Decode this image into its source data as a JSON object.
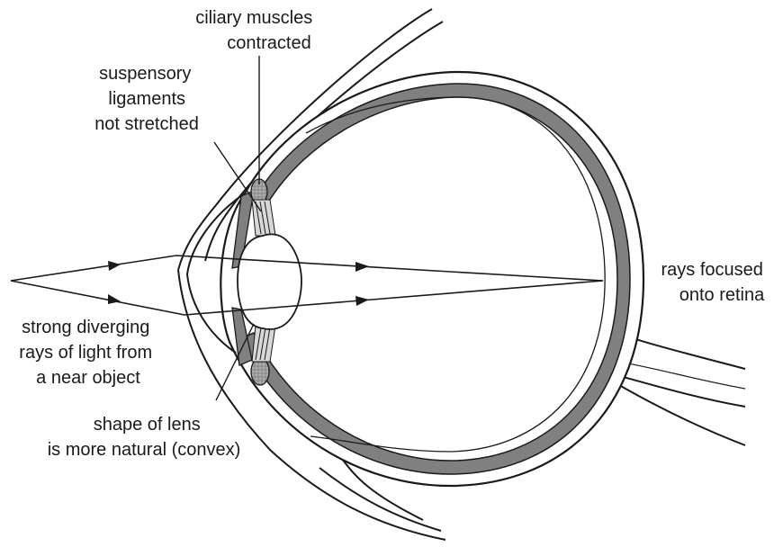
{
  "labels": {
    "ciliary": [
      "ciliary muscles",
      "contracted"
    ],
    "suspensory": [
      "suspensory",
      "ligaments",
      "not stretched"
    ],
    "rays_focused": [
      "rays focused",
      "onto retina"
    ],
    "diverging": [
      "strong diverging",
      "rays of light from",
      "a near object"
    ],
    "lens_shape": [
      "shape of lens",
      "is more natural (convex)"
    ]
  },
  "colors": {
    "outline": "#1a1a1a",
    "choroid": "#808080",
    "muscle": "#9a9a9a",
    "background": "#ffffff"
  }
}
